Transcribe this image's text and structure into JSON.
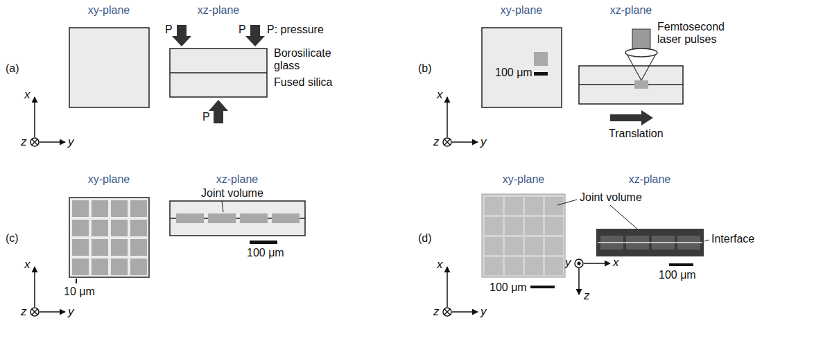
{
  "diagram": {
    "labels": [
      "(a)",
      "xy-plane",
      "xz-plane",
      "P",
      "P",
      "P: pressure",
      "Borosilicate glass",
      "Fused silica",
      "P",
      "x",
      "z",
      "y",
      "(b)",
      "xy-plane",
      "xz-plane",
      "Femtosecond laser pulses",
      "100 μm",
      "Translation",
      "x",
      "z",
      "y",
      "(c)",
      "xy-plane",
      "xz-plane",
      "Joint volume",
      "10 μm",
      "100 μm",
      "x",
      "z",
      "y",
      "(d)",
      "xy-plane",
      "xz-plane",
      "Joint volume",
      "Interface",
      "100 μm",
      "100 μm",
      "x",
      "z",
      "y",
      "y",
      "x",
      "z"
    ]
  }
}
